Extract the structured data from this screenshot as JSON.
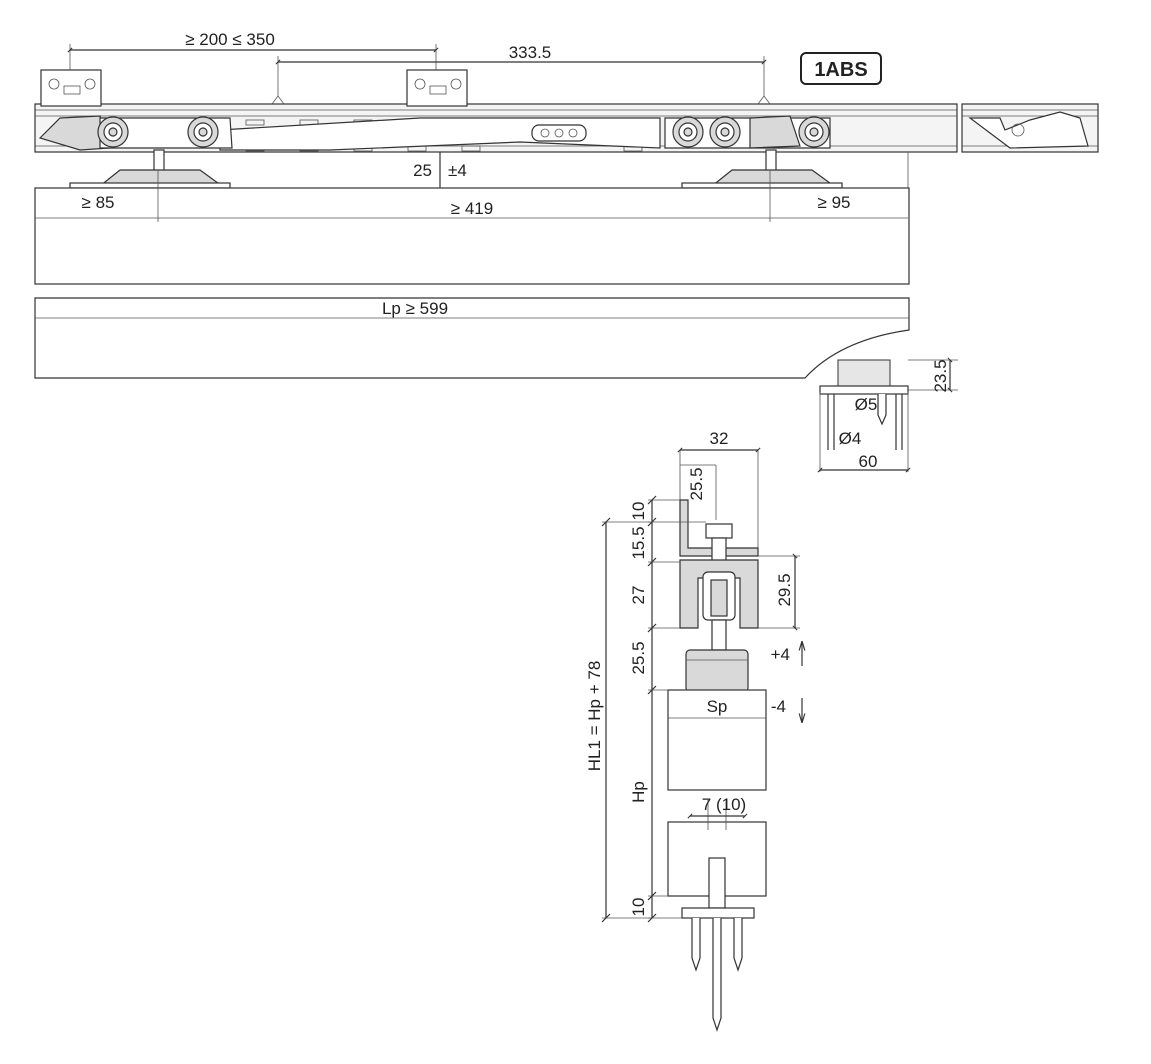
{
  "badge": {
    "label": "1ABS"
  },
  "dimensions": {
    "top_spacing": "≥ 200 ≤ 350",
    "top_width": "333.5",
    "gap": "25",
    "gap_tol": "±4",
    "left_edge": "≥ 85",
    "center": "≥ 419",
    "right_edge": "≥ 95",
    "panel_length": "Lp ≥ 599",
    "side_height": "23.5",
    "side_dia5": "Ø5",
    "side_dia4": "Ø4",
    "side_width": "60",
    "sec_width": "32",
    "sec_25_5_top": "25.5",
    "sec_10_top": "10",
    "sec_15_5": "15.5",
    "sec_27": "27",
    "sec_29_5": "29.5",
    "sec_25_5_mid": "25.5",
    "sec_plus4": "+4",
    "sec_minus4": "-4",
    "sec_sp": "Sp",
    "sec_hl1": "HL1 = Hp + 78",
    "sec_hp": "Hp",
    "sec_7_10": "7 (10)",
    "sec_10_bottom": "10"
  }
}
